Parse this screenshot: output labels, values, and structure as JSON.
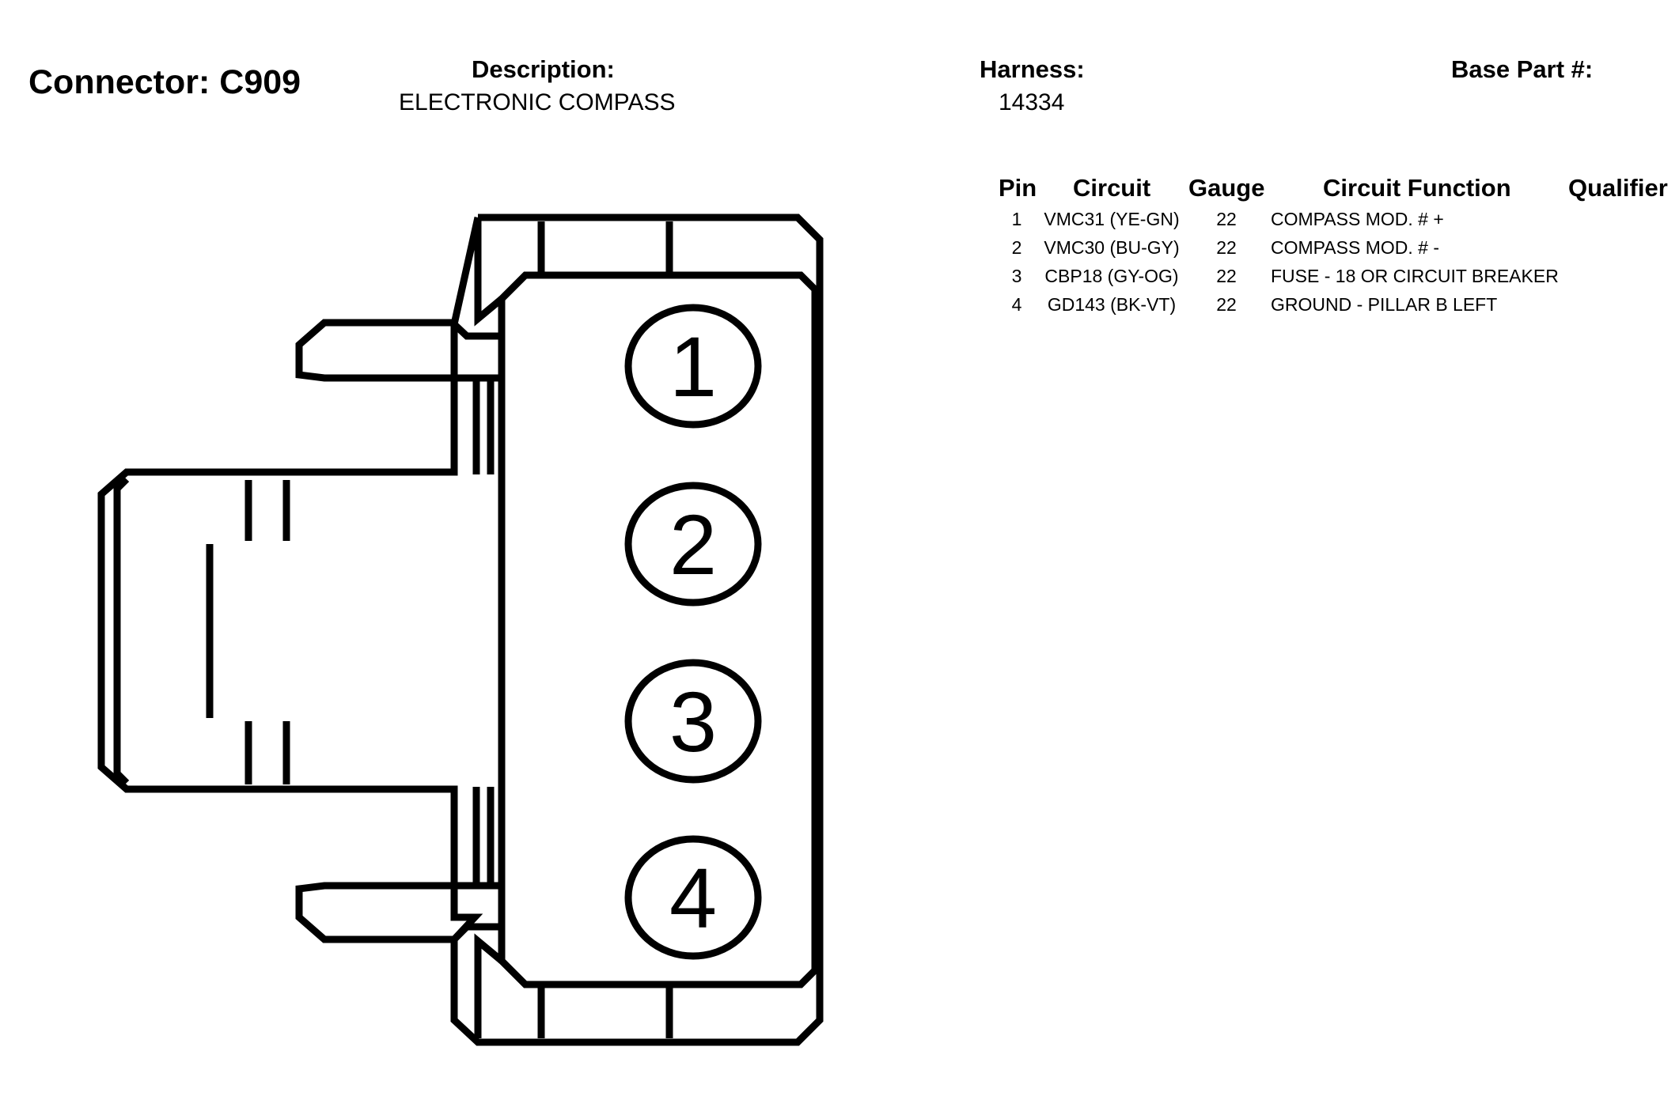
{
  "connector": {
    "title": "Connector: C909",
    "description_label": "Description:",
    "description_value": "ELECTRONIC COMPASS",
    "harness_label": "Harness:",
    "harness_value": "14334",
    "base_part_label": "Base Part #:"
  },
  "table": {
    "headers": {
      "pin": "Pin",
      "circuit": "Circuit",
      "gauge": "Gauge",
      "function": "Circuit Function",
      "qualifier": "Qualifier"
    },
    "rows": [
      {
        "pin": "1",
        "circuit": "VMC31 (YE-GN)",
        "gauge": "22",
        "function": "COMPASS MOD. # +",
        "qualifier": ""
      },
      {
        "pin": "2",
        "circuit": "VMC30 (BU-GY)",
        "gauge": "22",
        "function": "COMPASS MOD. # -",
        "qualifier": ""
      },
      {
        "pin": "3",
        "circuit": "CBP18 (GY-OG)",
        "gauge": "22",
        "function": "FUSE - 18 OR CIRCUIT BREAKER",
        "qualifier": ""
      },
      {
        "pin": "4",
        "circuit": "GD143 (BK-VT)",
        "gauge": "22",
        "function": "GROUND - PILLAR B LEFT",
        "qualifier": ""
      }
    ]
  },
  "diagram": {
    "pins": [
      "1",
      "2",
      "3",
      "4"
    ]
  },
  "colors": {
    "line": "#000000",
    "background": "#ffffff"
  }
}
